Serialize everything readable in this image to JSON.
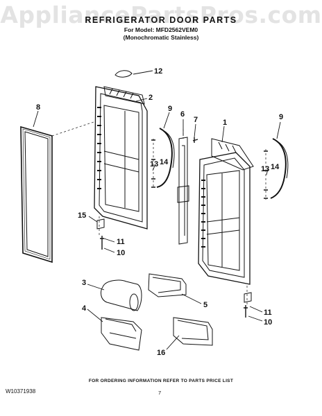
{
  "watermark": "AppliancePartsPros.com",
  "header": {
    "title": "REFRIGERATOR DOOR PARTS",
    "model_line": "For Model: MFD2562VEM0",
    "variant_line": "(Monochromatic Stainless)"
  },
  "callouts": [
    "12",
    "2",
    "8",
    "9",
    "6",
    "7",
    "1",
    "9",
    "13",
    "14",
    "13",
    "14",
    "15",
    "11",
    "10",
    "3",
    "4",
    "5",
    "11",
    "10",
    "16"
  ],
  "footer": {
    "ordering_note": "FOR ORDERING INFORMATION REFER TO PARTS PRICE LIST",
    "document_number": "W10371938",
    "page_number": "7"
  }
}
